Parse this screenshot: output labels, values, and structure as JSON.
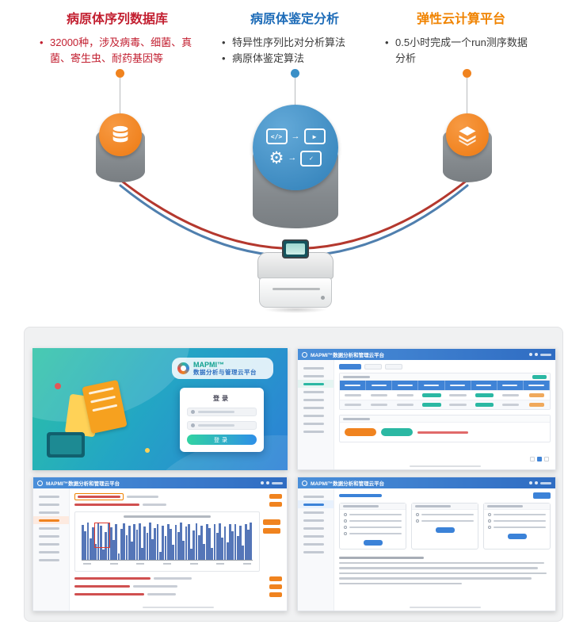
{
  "features": [
    {
      "title": "病原体序列数据库",
      "bullets": [
        "32000种，涉及病毒、细菌、真菌、寄生虫、耐药基因等"
      ]
    },
    {
      "title": "病原体鉴定分析",
      "bullets": [
        "特异性序列比对分析算法",
        "病原体鉴定算法"
      ]
    },
    {
      "title": "弹性云计算平台",
      "bullets": [
        "0.5小时完成一个run测序数据分析"
      ]
    }
  ],
  "icons": {
    "code": "</>",
    "play": "▶",
    "gear": "⚙",
    "report": "✓",
    "arrow": "→"
  },
  "screens": {
    "app_title": "MAPMI™数据分析和管理云平台",
    "login": {
      "brand": "MAPMI™",
      "brand_sub": "数据分析与管理云平台",
      "form_title": "登录",
      "submit_label": "登录"
    },
    "analysis": {
      "chart_bars": [
        0.88,
        0.72,
        0.95,
        0.55,
        0.83,
        0.4,
        0.92,
        0.86,
        0.25,
        0.7,
        0.95,
        0.82,
        0.5,
        0.9,
        0.15,
        0.78,
        0.93,
        0.62,
        0.87,
        0.45,
        0.9,
        0.76,
        0.92,
        0.3,
        0.85,
        0.68,
        0.94,
        0.52,
        0.8,
        0.9,
        0.2,
        0.86,
        0.6,
        0.91,
        0.79,
        0.38,
        0.89,
        0.71,
        0.95,
        0.48,
        0.84,
        0.9,
        0.27,
        0.74,
        0.92,
        0.63,
        0.87,
        0.4,
        0.9,
        0.8,
        0.3,
        0.9,
        0.69,
        0.93,
        0.56,
        0.85,
        0.44,
        0.9,
        0.73,
        0.91,
        0.6,
        0.86,
        0.35,
        0.9,
        0.77,
        0.94
      ]
    }
  },
  "colors": {
    "feature_red": "#c21f30",
    "feature_blue": "#1e6cb8",
    "feature_orange": "#f08300",
    "badge_orange": "#f0831f",
    "badge_blue": "#3a8fc7",
    "header_blue": "#3f83d6",
    "teal": "#2bb8a3",
    "cylinder_gray": "#8b8f93"
  }
}
